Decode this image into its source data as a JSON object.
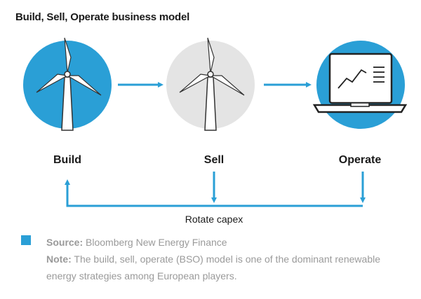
{
  "title": "Build, Sell, Operate business model",
  "colors": {
    "accent": "#2a9fd6",
    "grey_circle": "#e4e4e4",
    "text_muted": "#9a9a9a"
  },
  "stages": [
    {
      "label": "Build",
      "icon": "wind-turbine-icon",
      "circle_color": "#2a9fd6"
    },
    {
      "label": "Sell",
      "icon": "wind-turbine-icon",
      "circle_color": "#e4e4e4"
    },
    {
      "label": "Operate",
      "icon": "laptop-chart-icon",
      "circle_color": "#2a9fd6"
    }
  ],
  "loop_label": "Rotate capex",
  "source": {
    "key": "Source:",
    "text": " Bloomberg New Energy Finance"
  },
  "note": {
    "key": "Note:",
    "text": " The build, sell, operate (BSO) model is one of the dominant renewable energy strategies among European players."
  }
}
